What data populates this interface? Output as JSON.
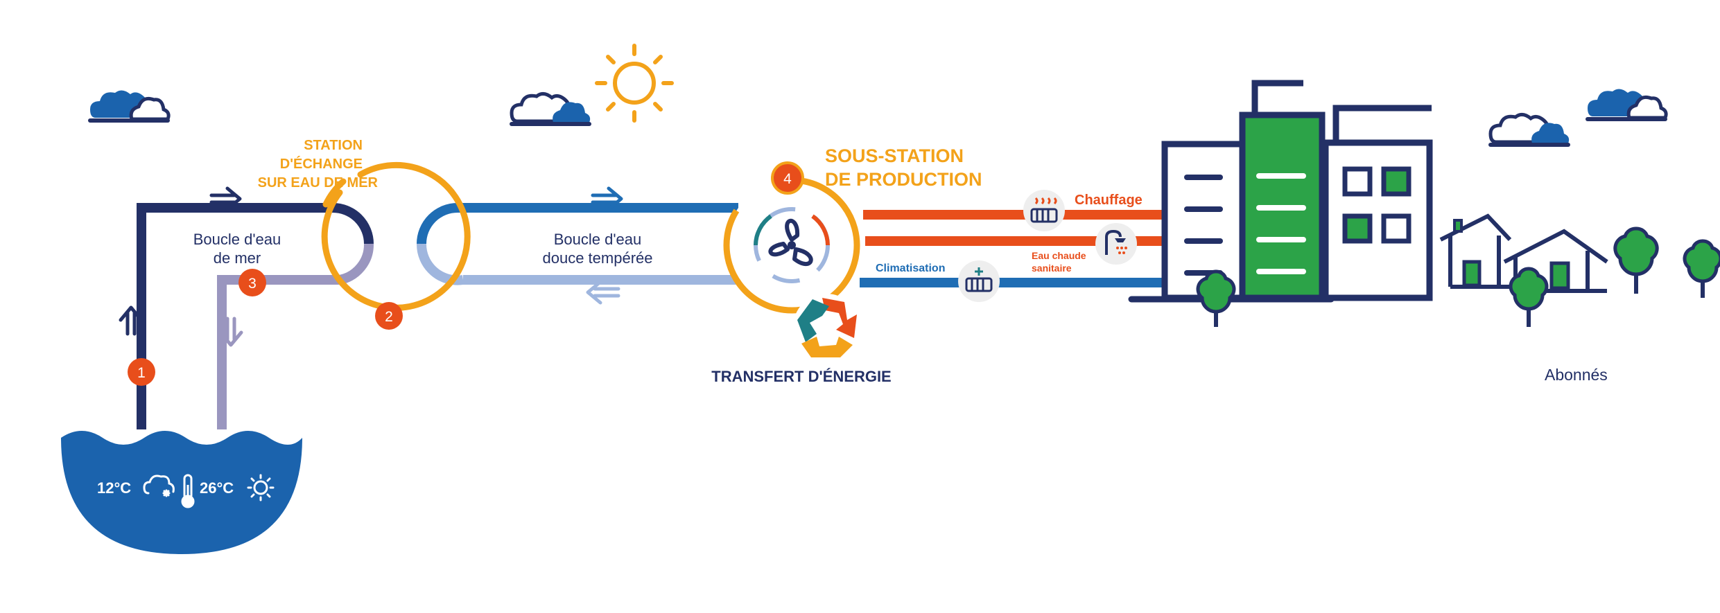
{
  "colors": {
    "navy": "#233066",
    "blue": "#1f6db4",
    "sea": "#1b63ad",
    "pale_blue": "#9fb6de",
    "lavender": "#9a96bf",
    "orange": "#f3a21a",
    "red_orange": "#e84e1b",
    "green": "#2ca348",
    "teal": "#1f7f86"
  },
  "labels": {
    "station_line1": "STATION",
    "station_line2": "D'ÉCHANGE",
    "station_line3": "SUR EAU DE MER",
    "sea_loop_line1": "Boucle d'eau",
    "sea_loop_line2": "de mer",
    "fresh_loop_line1": "Boucle d'eau",
    "fresh_loop_line2": "douce tempérée",
    "substation_line1": "SOUS-STATION",
    "substation_line2": "DE PRODUCTION",
    "energy_transfer": "TRANSFERT D'ÉNERGIE",
    "heating": "Chauffage",
    "hot_water_line1": "Eau chaude",
    "hot_water_line2": "sanitaire",
    "cooling": "Climatisation",
    "subscribers": "Abonnés",
    "temp_winter": "12°C",
    "temp_summer": "26°C"
  },
  "steps": [
    "1",
    "2",
    "3",
    "4"
  ],
  "icons": [
    "cloud-icon",
    "sun-icon",
    "radiator-icon",
    "shower-icon",
    "cooling-unit-icon",
    "fan-icon",
    "recycle-icon",
    "thermometer-icon",
    "cloud-snow-icon",
    "small-sun-icon",
    "tree-icon",
    "building-icon",
    "house-icon"
  ]
}
